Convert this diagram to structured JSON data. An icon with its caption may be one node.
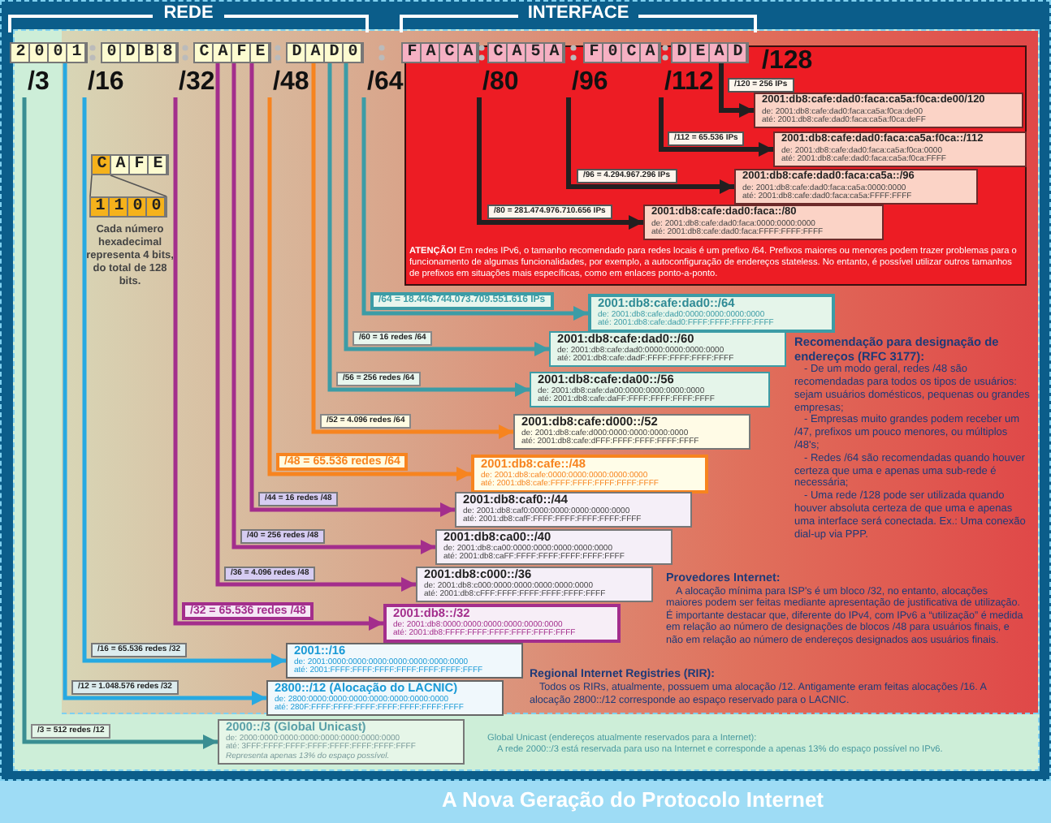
{
  "diagram": {
    "nodes": [
      {
        "text": [
          "2001"
        ]
      },
      {
        "text": [
          "0DB8"
        ]
      },
      {
        "text": [
          "CAFE"
        ]
      },
      {
        "text": [
          "DAD0"
        ]
      },
      {
        "text": [
          "FACA"
        ]
      },
      {
        "text": [
          "CA5A"
        ]
      },
      {
        "text": [
          "F0CA"
        ]
      },
      {
        "text": [
          "DEAD"
        ]
      },
      {
        "text": [
          "/3"
        ]
      },
      {
        "text": [
          "/16"
        ]
      },
      {
        "text": [
          "/32"
        ]
      },
      {
        "text": [
          "/48"
        ]
      },
      {
        "text": [
          "/64"
        ]
      },
      {
        "text": [
          "/80"
        ]
      },
      {
        "text": [
          "/96"
        ]
      },
      {
        "text": [
          "/112"
        ]
      },
      {
        "text": [
          "/128"
        ]
      },
      {
        "text": [
          "2001:db8:cafe:dad0:faca:ca5a:f0ca:de00/120",
          "de: 2001:db8:cafe:dad0:faca:ca5a:f0ca:de00",
          "até: 2001:db8:cafe:dad0:faca:ca5a:f0ca:deFF"
        ]
      },
      {
        "text": [
          "2001:db8:cafe:dad0:faca:ca5a:f0ca::/112",
          "de: 2001:db8:cafe:dad0:faca:ca5a:f0ca:0000",
          "até: 2001:db8:cafe:dad0:faca:ca5a:f0ca:FFFF"
        ]
      },
      {
        "text": [
          "2001:db8:cafe:dad0:faca:ca5a::/96",
          "de: 2001:db8:cafe:dad0:faca:ca5a:0000:0000",
          "até: 2001:db8:cafe:dad0:faca:ca5a:FFFF:FFFF"
        ]
      },
      {
        "text": [
          "2001:db8:cafe:dad0:faca::/80",
          "de: 2001:db8:cafe:dad0:faca:0000:0000:0000",
          "até: 2001:db8:cafe:dad0:faca:FFFF:FFFF:FFFF"
        ]
      },
      {
        "text": [
          "2001:db8:cafe:dad0::/64",
          "de: 2001:db8:cafe:dad0:0000:0000:0000:0000",
          "até: 2001:db8:cafe:dad0:FFFF:FFFF:FFFF:FFFF"
        ]
      },
      {
        "text": [
          "2001:db8:cafe:dad0::/60",
          "de: 2001:db8:cafe:dad0:0000:0000:0000:0000",
          "até: 2001:db8:cafe:dadF:FFFF:FFFF:FFFF:FFFF"
        ]
      },
      {
        "text": [
          "2001:db8:cafe:da00::/56",
          "de: 2001:db8:cafe:da00:0000:0000:0000:0000",
          "até: 2001:db8:cafe:daFF:FFFF:FFFF:FFFF:FFFF"
        ]
      },
      {
        "text": [
          "2001:db8:cafe:d000::/52",
          "de: 2001:db8:cafe:d000:0000:0000:0000:0000",
          "até: 2001:db8:cafe:dFFF:FFFF:FFFF:FFFF:FFFF"
        ]
      },
      {
        "text": [
          "2001:db8:cafe::/48",
          "de: 2001:db8:cafe:0000:0000:0000:0000:0000",
          "até: 2001:db8:cafe:FFFF:FFFF:FFFF:FFFF:FFFF"
        ]
      },
      {
        "text": [
          "2001:db8:caf0::/44",
          "de: 2001:db8:caf0:0000:0000:0000:0000:0000",
          "até: 2001:db8:cafF:FFFF:FFFF:FFFF:FFFF:FFFF"
        ]
      },
      {
        "text": [
          "2001:db8:ca00::/40",
          "de: 2001:db8:ca00:0000:0000:0000:0000:0000",
          "até: 2001:db8:caFF:FFFF:FFFF:FFFF:FFFF:FFFF"
        ]
      },
      {
        "text": [
          "2001:db8:c000::/36",
          "de: 2001:db8:c000:0000:0000:0000:0000:0000",
          "até: 2001:db8:cFFF:FFFF:FFFF:FFFF:FFFF:FFFF"
        ]
      },
      {
        "text": [
          "2001:db8::/32",
          "de: 2001:db8:0000:0000:0000:0000:0000:0000",
          "até: 2001:db8:FFFF:FFFF:FFFF:FFFF:FFFF:FFFF"
        ]
      },
      {
        "text": [
          "2001::/16",
          "de: 2001:0000:0000:0000:0000:0000:0000:0000",
          "até: 2001:FFFF:FFFF:FFFF:FFFF:FFFF:FFFF:FFFF"
        ]
      },
      {
        "text": [
          "2800::/12 (Alocação do LACNIC)",
          "de: 2800:0000:0000:0000:0000:0000:0000:0000",
          "até: 280F:FFFF:FFFF:FFFF:FFFF:FFFF:FFFF:FFFF"
        ]
      },
      {
        "text": [
          "2000::/3 (Global Unicast)",
          "de: 2000:0000:0000:0000:0000:0000:0000:0000",
          "até: 3FFF:FFFF:FFFF:FFFF:FFFF:FFFF:FFFF:FFFF",
          "Representa apenas 13% do espaço possível."
        ]
      },
      {
        "text": [
          "CAFE"
        ]
      },
      {
        "text": [
          "1100"
        ]
      }
    ],
    "edges": [
      {
        "from": 7,
        "to": 17,
        "arrow": "to",
        "label": "/120 = 256 IPs",
        "color": "#231f20"
      },
      {
        "from": 15,
        "to": 18,
        "arrow": "to",
        "label": "/112 = 65.536 IPs",
        "color": "#231f20"
      },
      {
        "from": 14,
        "to": 19,
        "arrow": "to",
        "label": "/96 = 4.294.967.296 IPs",
        "color": "#231f20"
      },
      {
        "from": 13,
        "to": 20,
        "arrow": "to",
        "label": "/80 = 281.474.976.710.656 IPs",
        "color": "#231f20"
      },
      {
        "from": 12,
        "to": 21,
        "arrow": "to",
        "label": "/64 = 18.446.744.073.709.551.616 IPs",
        "color": "#3c9ca6"
      },
      {
        "from": 3,
        "to": 22,
        "arrow": "to",
        "label": "/60 = 16 redes /64",
        "color": "#3c9ca6"
      },
      {
        "from": 3,
        "to": 23,
        "arrow": "to",
        "label": "/56 = 256 redes /64",
        "color": "#3c9ca6"
      },
      {
        "from": 3,
        "to": 24,
        "arrow": "to",
        "label": "/52 = 4.096 redes /64",
        "color": "#f7841f"
      },
      {
        "from": 11,
        "to": 25,
        "arrow": "to",
        "label": "/48 = 65.536 redes /64",
        "color": "#f7841f"
      },
      {
        "from": 2,
        "to": 26,
        "arrow": "to",
        "label": "/44 = 16 redes /48",
        "color": "#a32e8c"
      },
      {
        "from": 2,
        "to": 27,
        "arrow": "to",
        "label": "/40 = 256 redes /48",
        "color": "#a32e8c"
      },
      {
        "from": 2,
        "to": 28,
        "arrow": "to",
        "label": "/36 = 4.096 redes /48",
        "color": "#a32e8c"
      },
      {
        "from": 10,
        "to": 29,
        "arrow": "to",
        "label": "/32 = 65.536 redes /48",
        "color": "#a32e8c"
      },
      {
        "from": 9,
        "to": 30,
        "arrow": "to",
        "label": "/16 = 65.536 redes /32",
        "color": "#27a9e1"
      },
      {
        "from": 0,
        "to": 31,
        "arrow": "to",
        "label": "/12 = 1.048.576 redes /32",
        "color": "#27a9e1"
      },
      {
        "from": 8,
        "to": 32,
        "arrow": "to",
        "label": "/3 = 512 redes /12",
        "color": "#3a8e92"
      },
      {
        "from": 33,
        "to": 34,
        "arrow": "none"
      }
    ],
    "labels": [
      "REDE",
      "INTERFACE",
      "Cada número hexadecimal representa 4 bits, do total de 128 bits.",
      "**ATENÇÃO!** Em redes IPv6, o tamanho recomendado para redes locais é um prefixo /64. Prefixos maiores ou menores podem trazer problemas para o funcionamento de algumas funcionalidades, por exemplo, a autoconfiguração de endereços stateless. No entanto, é possível utilizar outros tamanhos de prefixos em situações mais específicas, como em enlaces ponto-a-ponto.",
      "Recomendação para designação de endereços (RFC 3177):",
      "- De um modo geral, redes /48 são recomendadas para todos os tipos de usuários: sejam usuários domésticos, pequenas ou grandes empresas;",
      "- Empresas muito grandes podem receber um /47, prefixos um pouco menores, ou múltiplos /48's;",
      "- Redes /64 são recomendadas quando houver certeza que uma e apenas uma sub-rede é necessária;",
      "- Uma rede /128 pode ser utilizada quando houver absoluta certeza de que uma e apenas uma interface será conectada. Ex.: Uma conexão dial-up via PPP.",
      "Provedores Internet:",
      "A alocação mínima para ISP's é um bloco /32, no entanto, alocações maiores podem ser feitas mediante apresentação de justificativa de utilização. É importante destacar que, diferente do IPv4, com IPv6 a “utilização” é medida em relação ao número de designações de blocos /48 para usuários finais, e não em relação ao número de endereços designados aos usuários finais.",
      "Regional Internet Registries (RIR):",
      "Todos os RIRs, atualmente, possuem uma alocação /12. Antigamente eram feitas alocações /16. A alocação 2800::/12 corresponde ao espaço reservado para o LACNIC.",
      "Global Unicast (endereços atualmente reservados para a Internet):",
      "A rede 2000::/3 está reservada para uso na Internet e corresponde a apenas 13% do espaço possível no IPv6.",
      "A Nova Geração do Protocolo Internet"
    ]
  }
}
